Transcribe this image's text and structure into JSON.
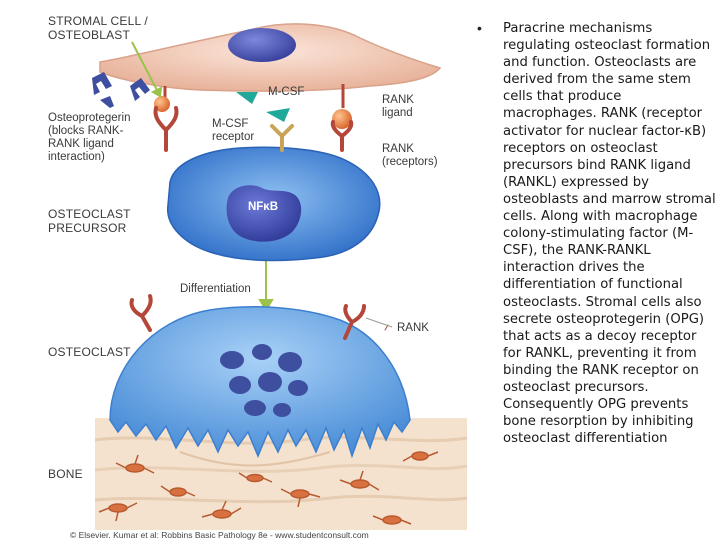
{
  "figure": {
    "labels": {
      "stromal_cell": "STROMAL CELL /\nOSTEOBLAST",
      "osteoprotegerin": "Osteoprotegerin\n(blocks RANK-\nRANK ligand\ninteraction)",
      "mcsf": "M-CSF",
      "mcsf_receptor": "M-CSF\nreceptor",
      "rank_ligand": "RANK\nligand",
      "rank_receptors": "RANK\n(receptors)",
      "osteoclast_precursor": "OSTEOCLAST\nPRECURSOR",
      "nfkb": "NFκB",
      "differentiation": "Differentiation",
      "rank": "RANK",
      "osteoclast": "OSTEOCLAST",
      "bone": "BONE"
    },
    "credit": "© Elsevier. Kumar et al: Robbins Basic Pathology 8e - www.studentconsult.com"
  },
  "caption": {
    "bullet": "•",
    "text": "Paracrine mechanisms regulating osteoclast formation and function. Osteoclasts are derived from the same stem cells that produce macrophages. RANK (receptor activator for nuclear factor-κB) receptors on osteoclast precursors bind RANK ligand (RANKL) expressed by osteoblasts and marrow stromal cells. Along with macrophage colony-stimulating factor (M-CSF), the RANK-RANKL interaction drives the differentiation of functional osteoclasts. Stromal cells also secrete osteoprotegerin (OPG) that acts as a decoy receptor for RANKL, preventing it from binding the RANK receptor on osteoclast precursors. Consequently OPG prevents bone resorption by inhibiting osteoclast differentiation"
  },
  "colors": {
    "stromal_cell": "#f1c9b6",
    "stromal_nucleus": "#4c57b5",
    "precursor": "#4f86d6",
    "osteoclast": "#6aa6e4",
    "bone": "#f3e0cc",
    "osteocyte": "#d9703f",
    "opg": "#3e4fa0",
    "mcsf": "#20a99a",
    "mcsf_receptor": "#d8b86a",
    "rank": "#b3473a",
    "rank_ligand": "#e5813f",
    "arrow": "#9bc24a"
  }
}
